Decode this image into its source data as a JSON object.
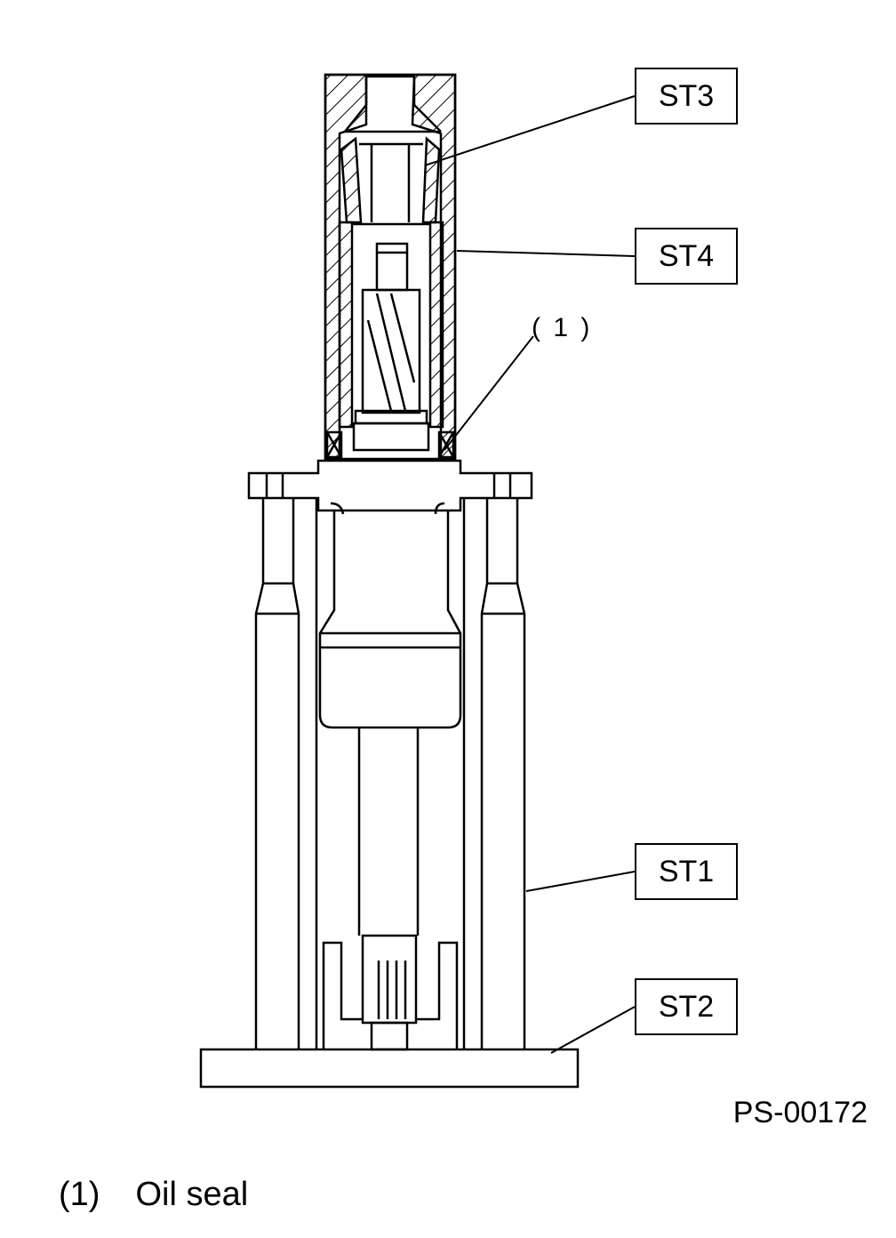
{
  "labels": {
    "st3": "ST3",
    "st4": "ST4",
    "st1": "ST1",
    "st2": "ST2",
    "ref1": "( 1 )"
  },
  "figure_id": "PS-00172",
  "legend": {
    "number": "(1)",
    "text": "Oil seal"
  }
}
